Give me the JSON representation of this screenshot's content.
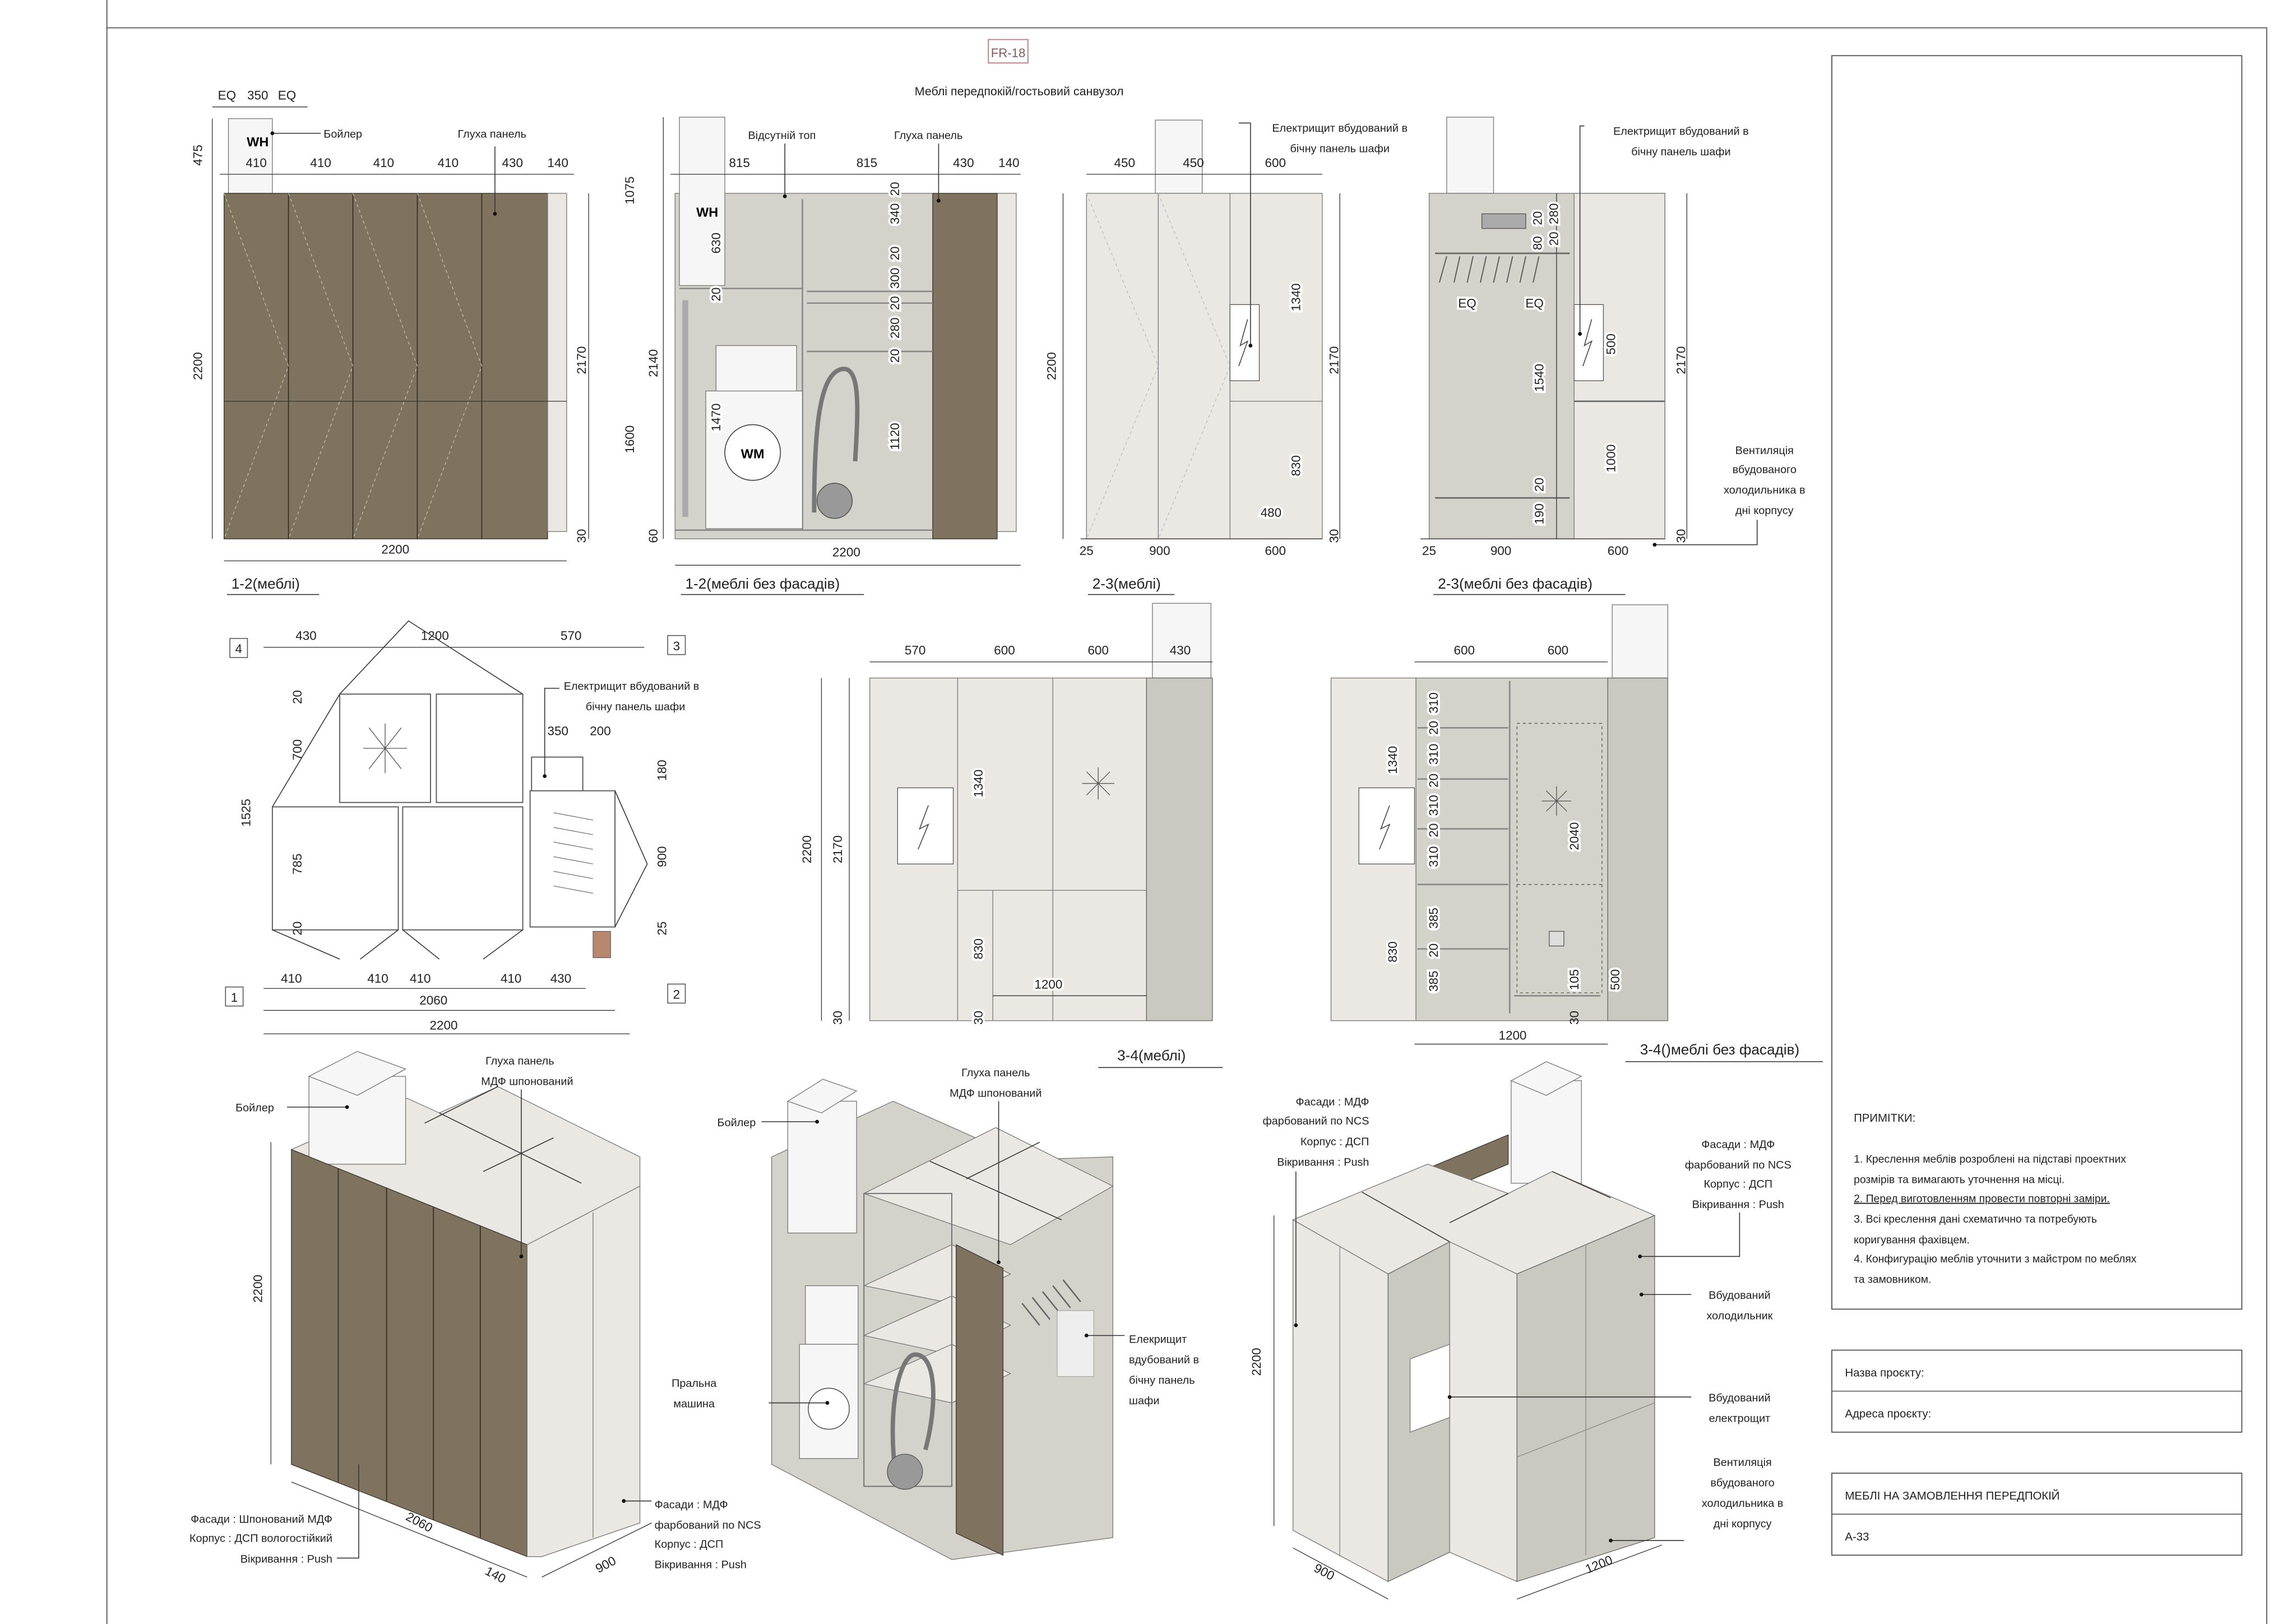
{
  "sheet": {
    "code": "FR-18",
    "title": "Меблі передпокій/гостьовий санвузол"
  },
  "colors": {
    "wood": "#7f735f",
    "light_panel": "#ebe8e3",
    "interior": "#d3d2cb",
    "code_accent": "#8a5a5a",
    "line": "#333333"
  },
  "v1": {
    "label": "1-2(меблі)",
    "wh": "WH",
    "boiler": "Бойлер",
    "blind_panel": "Глуха панель",
    "dims": [
      "EQ",
      "350",
      "EQ",
      "475",
      "410",
      "410",
      "410",
      "410",
      "430",
      "140",
      "2200",
      "2170",
      "30",
      "2200"
    ]
  },
  "v2": {
    "label": "1-2(меблі без фасадів)",
    "wh": "WH",
    "wm": "WM",
    "no_top": "Відсутній топ",
    "blind_panel": "Глуха панель",
    "dims": [
      "815",
      "815",
      "430",
      "140",
      "1075",
      "2140",
      "1600",
      "60",
      "630",
      "20",
      "1470",
      "20",
      "340",
      "20",
      "300",
      "20",
      "280",
      "20",
      "1120",
      "2200"
    ]
  },
  "v3": {
    "label": "2-3(меблі)",
    "callout": [
      "Електрищит вбудований в",
      "бічну панель шафи"
    ],
    "dims": [
      "450",
      "450",
      "600",
      "2200",
      "1340",
      "2170",
      "830",
      "480",
      "30",
      "25",
      "900",
      "600"
    ]
  },
  "v4": {
    "label": "2-3(меблі без фасадів)",
    "callout": [
      "Електрищит вбудований в",
      "бічну панель шафи"
    ],
    "vent": [
      "Вентиляція",
      "вбудованого",
      "холодильника в",
      "дні корпусу"
    ],
    "dims": [
      "280",
      "20",
      "80",
      "20",
      "EQ",
      "EQ",
      "1540",
      "500",
      "2170",
      "1000",
      "20",
      "190",
      "30",
      "25",
      "900",
      "600"
    ]
  },
  "plan": {
    "marks": [
      "4",
      "3",
      "1",
      "2"
    ],
    "callout": [
      "Електрищит вбудований в",
      "бічну панель шафи"
    ],
    "dims": [
      "430",
      "1200",
      "570",
      "20",
      "700",
      "1525",
      "785",
      "20",
      "350",
      "200",
      "180",
      "900",
      "25",
      "410",
      "410",
      "410",
      "410",
      "430",
      "2060",
      "2200"
    ]
  },
  "v5": {
    "label": "3-4(меблі)",
    "dims": [
      "570",
      "600",
      "600",
      "430",
      "2200",
      "2170",
      "1340",
      "830",
      "1200",
      "30",
      "30"
    ]
  },
  "v6": {
    "label": "3-4()меблі без фасадів)",
    "dims": [
      "600",
      "600",
      "1340",
      "830",
      "310",
      "20",
      "310",
      "20",
      "310",
      "20",
      "310",
      "385",
      "20",
      "385",
      "2040",
      "105",
      "500",
      "30",
      "1200"
    ]
  },
  "iso1": {
    "boiler": "Бойлер",
    "panel": [
      "Глуха панель",
      "МДФ шпонований"
    ],
    "dim_h": "2200",
    "dim_w": "2060",
    "dim_d": "140",
    "dim_d2": "900",
    "spec_left": [
      "Фасади : Шпонований МДФ",
      "Корпус : ДСП вологостійкий",
      "Вікривання : Push"
    ],
    "spec_right": [
      "Фасади :  МДФ",
      "фарбований по NCS",
      "Корпус : ДСП",
      "Вікривання : Push"
    ]
  },
  "iso2": {
    "boiler": "Бойлер",
    "panel": [
      "Глуха панель",
      "МДФ шпонований"
    ],
    "washer": [
      "Пральна",
      "машина"
    ],
    "elec": [
      "Елекрищит",
      "вдубований в",
      "бічну панель",
      "шафи"
    ]
  },
  "iso3": {
    "spec_left": [
      "Фасади :  МДФ",
      "фарбований по NCS",
      "Корпус : ДСП",
      "Вікривання : Push"
    ],
    "spec_right": [
      "Фасади :  МДФ",
      "фарбований по NCS",
      "Корпус : ДСП",
      "Вікривання : Push"
    ],
    "fridge": [
      "Вбудований",
      "холодильник"
    ],
    "elec": [
      "Вбудований",
      "електрощит"
    ],
    "vent": [
      "Вентиляція",
      "вбудованого",
      "холодильника в",
      "дні корпусу"
    ],
    "dim_h": "2200",
    "dim_d": "900",
    "dim_w": "1200"
  },
  "notes": {
    "title": "ПРИМІТКИ:",
    "lines": [
      "1. Креслення меблів розроблені на підставі проектних",
      "розмірів та вимагають уточнення на місці.",
      "2. Перед виготовленням провести повторні заміри.",
      "3. Всі креслення дані схематично та потребують",
      "коригування фахівцем.",
      "4. Конфигурацію меблів уточнити з майстром по меблях",
      "та замовником."
    ]
  },
  "title_block": {
    "project_name_label": "Назва проєкту:",
    "project_address_label": "Адреса проєкту:",
    "sheet_title": "МЕБЛІ НА ЗАМОВЛЕННЯ ПЕРЕДПОКІЙ",
    "sheet_number": "A-33"
  }
}
